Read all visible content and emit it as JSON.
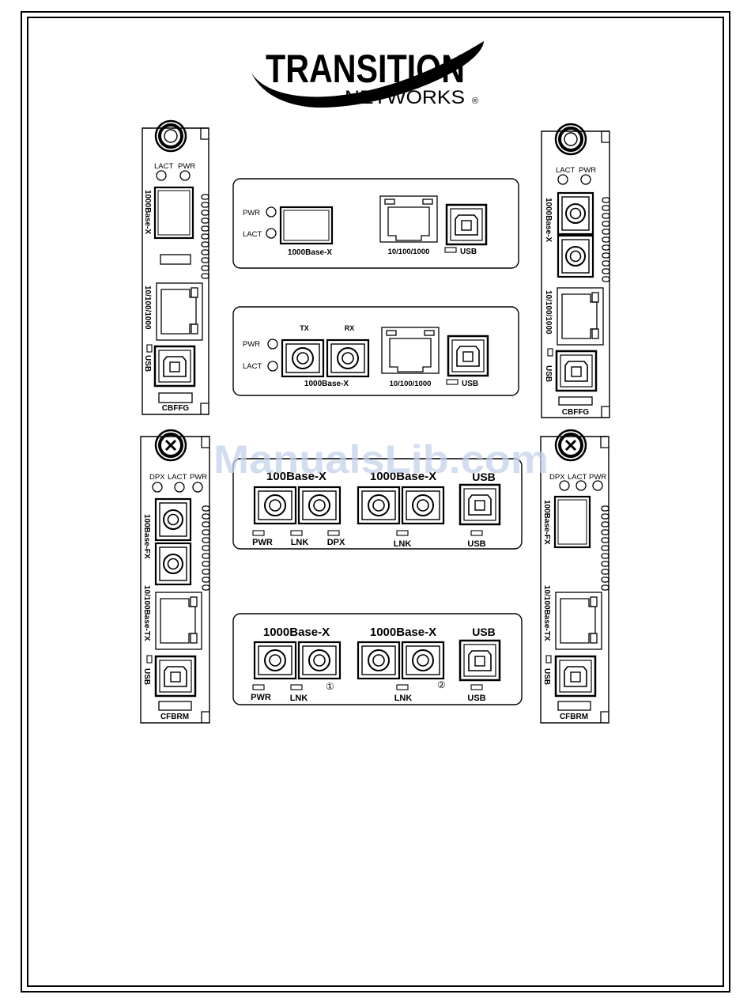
{
  "logo": {
    "word1": "TRANSITION",
    "word2": "NETWORKS",
    "mark": "®"
  },
  "watermark": "ManualsLib.com",
  "cards": {
    "cbffg_sfp": {
      "lact": "LACT",
      "pwr": "PWR",
      "fiber": "1000Base-X",
      "copper": "10/100/1000",
      "usb": "USB",
      "model": "CBFFG"
    },
    "cbffg_sc": {
      "lact": "LACT",
      "pwr": "PWR",
      "fiber": "1000Base-X",
      "copper": "10/100/1000",
      "usb": "USB",
      "model": "CBFFG"
    },
    "cfbrm_sc": {
      "dpx": "DPX",
      "lact": "LACT",
      "pwr": "PWR",
      "fiber": "100Base-FX",
      "copper": "10/100Base-TX",
      "usb": "USB",
      "model": "CFBRM"
    },
    "cfbrm_sfp": {
      "dpx": "DPX",
      "lact": "LACT",
      "pwr": "PWR",
      "fiber": "100Base-FX",
      "copper": "10/100Base-TX",
      "usb": "USB",
      "model": "CFBRM"
    }
  },
  "panels": {
    "sfp": {
      "pwr": "PWR",
      "lact": "LACT",
      "fiber": "1000Base-X",
      "copper": "10/100/1000",
      "usb": "USB"
    },
    "sc": {
      "tx": "TX",
      "rx": "RX",
      "pwr": "PWR",
      "lact": "LACT",
      "fiber": "1000Base-X",
      "copper": "10/100/1000",
      "usb": "USB"
    },
    "dual_a": {
      "port1": "100Base-X",
      "port2": "1000Base-X",
      "usb_title": "USB",
      "pwr": "PWR",
      "lnk1": "LNK",
      "dpx": "DPX",
      "lnk2": "LNK",
      "usb": "USB"
    },
    "dual_b": {
      "port1": "1000Base-X",
      "port2": "1000Base-X",
      "usb_title": "USB",
      "pwr": "PWR",
      "lnk1": "LNK",
      "lnk2": "LNK",
      "usb": "USB",
      "mark1": "①",
      "mark2": "②"
    }
  }
}
